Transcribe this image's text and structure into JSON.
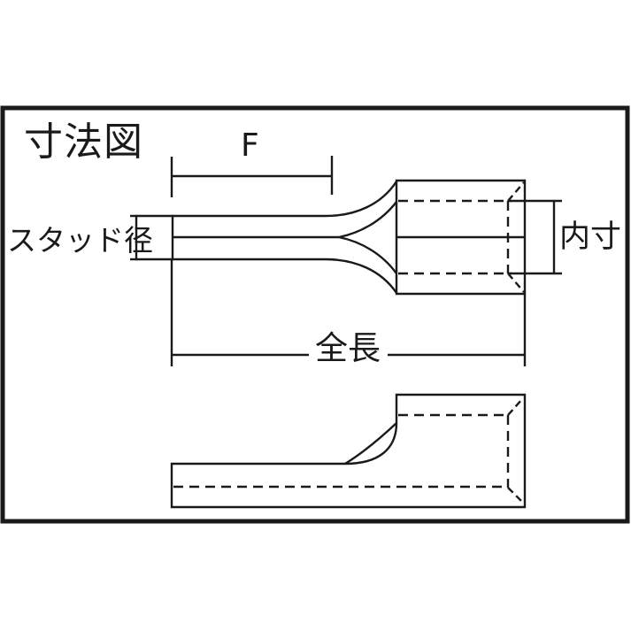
{
  "page": {
    "background": "#ffffff"
  },
  "drawing": {
    "title": "寸法図",
    "line_color": "#1a1a1a",
    "dimension_labels": {
      "f": "F",
      "stud_diameter": "スタッド径",
      "inner_size": "内寸",
      "overall_length": "全長"
    }
  }
}
